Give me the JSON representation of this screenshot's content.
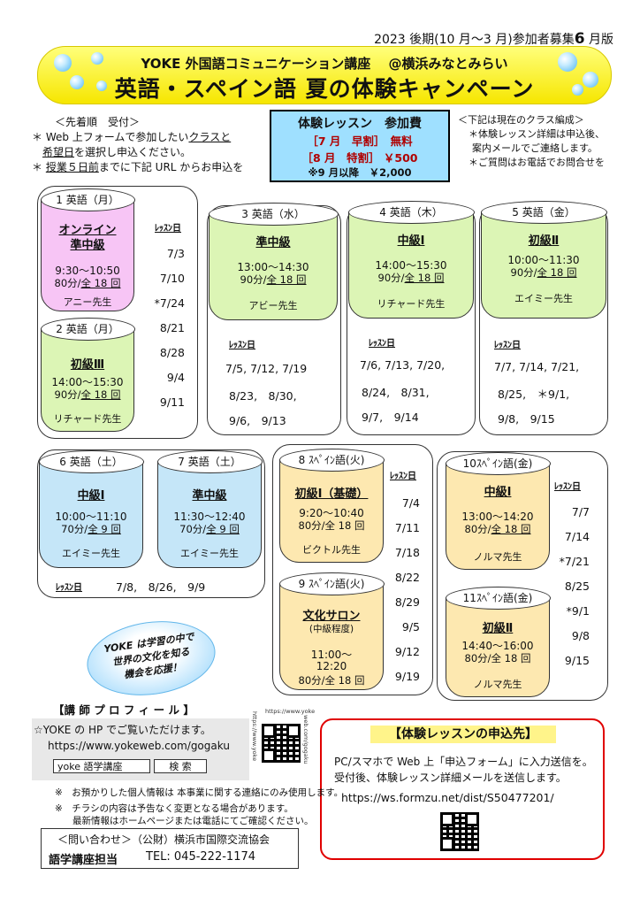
{
  "header": {
    "edition_a": "2023 後期(10 月～3 月)参加者募集",
    "edition_b": "6",
    "edition_c": " 月版",
    "title_line1": "YOKE 外国語コミュニケーション講座　 @横浜みなとみらい",
    "title_line2": "英語・スペイン語 夏の体験キャンペーン"
  },
  "notes_left": {
    "heading": "＜先着順　受付＞",
    "l1a": "＊ Web 上フォームで参加したい",
    "l1b": "クラスと",
    "l2a": "希望日",
    "l2b": "を選択し申込ください。",
    "l3a": "＊ ",
    "l3b": "授業５日前",
    "l3c": "までに下記 URL からお申込を"
  },
  "trial_fee": {
    "title": "体験レッスン　参加費",
    "line1": "［7 月　早割］　無料",
    "line2": "［8 月　特割］ ￥500",
    "line3": "※9 月以降　￥2,000"
  },
  "notes_right": {
    "l1": "＜下記は現在のクラス編成＞",
    "l2": "＊体験レッスン詳細は申込後、",
    "l3": "案内メールでご連絡します。",
    "l4": "＊ご質問はお電話でお問合せを"
  },
  "lesson_label": "ﾚｯｽﾝ日",
  "classes": {
    "c1": {
      "head": "1 英語（月）",
      "level_a": "オンライン",
      "level_b": "準中級",
      "time": "9:30～10:50",
      "dur_a": "80分/",
      "dur_b": "全 18 回",
      "teacher": "アニー先生"
    },
    "c2": {
      "head": "2 英語（月）",
      "level": "初級Ⅲ",
      "time": "14:00～15:30",
      "dur_a": "90分/",
      "dur_b": "全 18 回",
      "teacher": "リチャード先生"
    },
    "c3": {
      "head": "3 英語（水）",
      "level": "準中級",
      "time": "13:00～14:30",
      "dur_a": "90分/",
      "dur_b": "全 18 回",
      "teacher": "アビー先生"
    },
    "c4": {
      "head": "4 英語（木）",
      "level": "中級Ⅰ",
      "time": "14:00～15:30",
      "dur_a": "90分/",
      "dur_b": "全 18 回",
      "teacher": "リチャード先生"
    },
    "c5": {
      "head": "5 英語（金）",
      "level": "初級Ⅱ",
      "time": "10:00～11:30",
      "dur_a": "90分/",
      "dur_b": "全 18 回",
      "teacher": "エイミー先生"
    },
    "c6": {
      "head": "6 英語（土）",
      "level": "中級Ⅰ",
      "time": "10:00～11:10",
      "dur_a": "70分/",
      "dur_b": "全 9 回",
      "teacher": "エイミー先生"
    },
    "c7": {
      "head": "7 英語（土）",
      "level": "準中級",
      "time": "11:30～12:40",
      "dur_a": "70分/",
      "dur_b": "全 9 回",
      "teacher": "エイミー先生"
    },
    "c8": {
      "head": "8 ｽﾍﾟｲﾝ語(火)",
      "level": "初級Ⅰ（基礎）",
      "time": "9:20～10:40",
      "dur": "80分/全 18 回",
      "teacher": "ビクトル先生"
    },
    "c9": {
      "head": "9 ｽﾍﾟｲﾝ語(火)",
      "level": "文化サロン",
      "sub": "(中級程度)",
      "time_a": "11:00～",
      "time_b": "12:20",
      "dur": "80分/全 18 回"
    },
    "c10": {
      "head": "10ｽﾍﾟｲﾝ語(金)",
      "level": "中級Ⅰ",
      "time": "13:00～14:20",
      "dur_a": "80分/",
      "dur_b": "全 18 回",
      "teacher": "ノルマ先生"
    },
    "c11": {
      "head": "11ｽﾍﾟｲﾝ語(金)",
      "level": "初級Ⅱ",
      "time": "14:40～16:00",
      "dur": "80分/全 18 回",
      "teacher": "ノルマ先生"
    }
  },
  "dates": {
    "mon": [
      "7/3",
      "7/10",
      "*7/24",
      "8/21",
      "8/28",
      "9/4",
      "9/11"
    ],
    "wed": [
      "7/5, 7/12, 7/19",
      "8/23,　8/30,",
      "9/6,　9/13"
    ],
    "thu": [
      "7/6, 7/13, 7/20,",
      "8/24,　8/31,",
      "9/7,　9/14"
    ],
    "fri": [
      "7/7, 7/14, 7/21,",
      "8/25,　＊9/1,",
      "9/8,　9/15"
    ],
    "sat": "7/8,　8/26,　9/9",
    "tue": [
      "7/4",
      "7/11",
      "7/18",
      "8/22",
      "8/29",
      "9/5",
      "9/12",
      "9/19"
    ],
    "fri_sp": [
      "7/7",
      "7/14",
      "*7/21",
      "8/25",
      "*9/1",
      "9/8",
      "9/15"
    ]
  },
  "cloud": {
    "l1": "YOKE は学習の中で",
    "l2": "世界の文化を知る",
    "l3": "機会を応援！"
  },
  "profile": {
    "heading": "【講 師 プ ロ フ ィ ー ル 】",
    "line1": "☆YOKE の HP でご覧いただけます。",
    "url": "https://www.yokeweb.com/gogaku",
    "search_label": "yoke 語学講座",
    "search_button": "検 索",
    "qr_text_a": "https://www.yoke",
    "qr_text_b": "web.com/gogaku",
    "qr_text_c": "https://www.yoke"
  },
  "footnotes": {
    "f1": "※　お預かりした個人情報は 本事業に関する連絡にのみ使用します。",
    "f2": "※　チラシの内容は予告なく変更となる場合があります。",
    "f3": "最新情報はホームページまたは電話にてご確認ください。"
  },
  "contact": {
    "l1": "＜問い合わせ＞（公財）横浜市国際交流協会",
    "l2a": "語学講座担当",
    "l2b": "TEL: 045-222-1174"
  },
  "apply": {
    "heading": "【体験レッスンの申込先】",
    "line1": "PC/スマホで Web 上「申込フォーム」に入力送信を。",
    "line2": "受付後、体験レッスン詳細メールを送信します。",
    "url": "https://ws.formzu.net/dist/S50477201/"
  }
}
